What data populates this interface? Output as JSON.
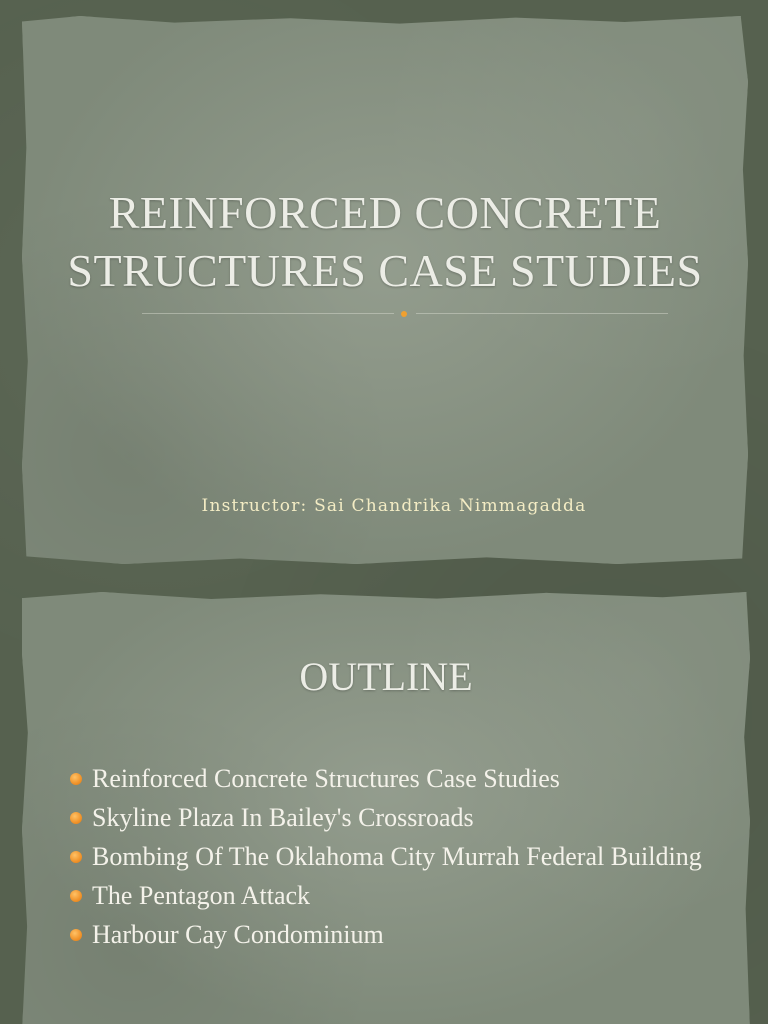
{
  "slide1": {
    "title_line1": "REINFORCED CONCRETE",
    "title_line2": "STRUCTURES CASE STUDIES",
    "subtitle": "Instructor: Sai Chandrika Nimmagadda"
  },
  "slide2": {
    "heading": "OUTLINE",
    "items": [
      "Reinforced Concrete Structures Case Studies",
      "Skyline Plaza In Bailey's Crossroads",
      "Bombing Of The Oklahoma City Murrah Federal Building",
      "The Pentagon Attack",
      "Harbour Cay Condominium"
    ]
  },
  "colors": {
    "background": "#56614f",
    "paper": "#7f8a7a",
    "accent": "#f0932a",
    "title_text": "#ecede6",
    "subtitle_text": "#f3ecc4"
  }
}
